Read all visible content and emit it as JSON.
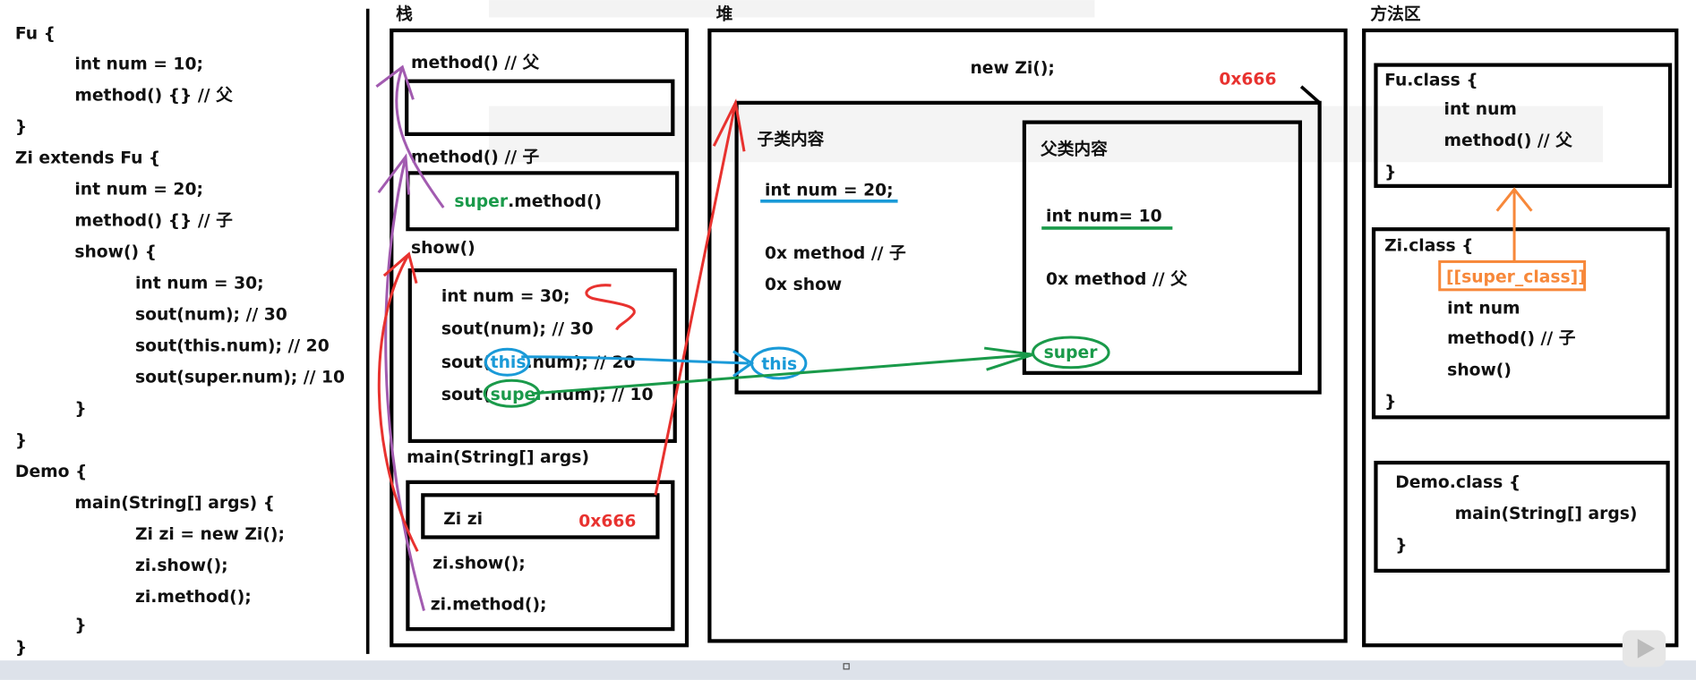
{
  "code": [
    "Fu {",
    "int num = 10;",
    "method() {} // 父",
    "}",
    "Zi extends Fu {",
    "int num = 20;",
    "method() {} // 子",
    "show() {",
    "int num = 30;",
    "sout(num); // 30",
    "sout(this.num); // 20",
    "sout(super.num); // 10",
    "}",
    "}",
    "Demo {",
    "main(String[] args) {",
    "Zi zi = new Zi();",
    "zi.show();",
    "zi.method();",
    "}",
    "}"
  ],
  "stack": {
    "title": "栈",
    "frame_method_fu": "method() // 父",
    "frame_method_zi": "method() // 子",
    "super_kw": "super",
    "super_call_rest": ".method()",
    "frame_show": "show()",
    "show_lines": [
      "int num = 30;",
      "sout(num); // 30",
      "sout(",
      "this",
      ".num); // 20",
      "sout(",
      "super",
      ".num); // 10"
    ],
    "frame_main": "main(String[] args)",
    "var_label": "Zi zi",
    "var_value": "0x666",
    "call_show": "zi.show();",
    "call_method": "zi.method();"
  },
  "heap": {
    "title": "堆",
    "new_expr": "new Zi();",
    "address": "0x666",
    "child_title": "子类内容",
    "child_field": "int num = 20;",
    "child_method": "0x method // 子",
    "child_show": "0x show",
    "parent_title": "父类内容",
    "parent_field": "int num= 10",
    "parent_method": "0x method // 父",
    "this_label": "this",
    "super_label": "super"
  },
  "method_area": {
    "title": "方法区",
    "fu_class": [
      "Fu.class {",
      "int num",
      "method() // 父",
      "}"
    ],
    "zi_class": [
      "Zi.class {",
      "[[super_class]]",
      "int num",
      "method() // 子",
      "show()",
      "}"
    ],
    "demo_class": [
      "Demo.class {",
      "main(String[] args)",
      "}"
    ]
  },
  "colors": {
    "red": "#e8322f",
    "green": "#1a9a4a",
    "blue": "#1a9ad8",
    "orange": "#f7883a",
    "purple": "#a25bb0"
  }
}
